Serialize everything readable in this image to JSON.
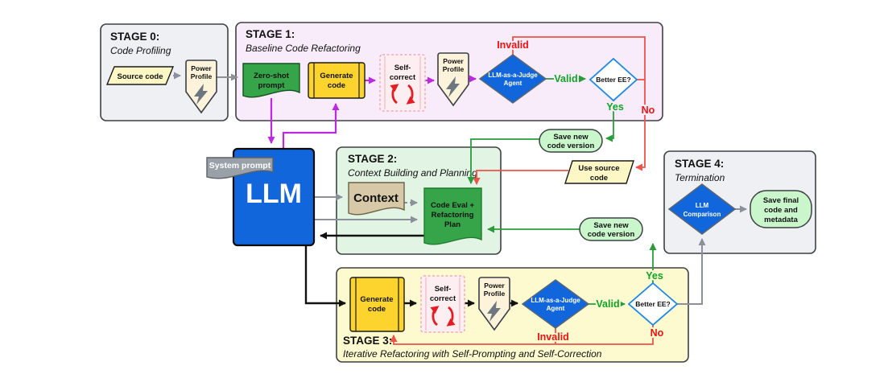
{
  "stages": [
    {
      "title": "STAGE 0:",
      "subtitle": "Code Profiling"
    },
    {
      "title": "STAGE 1:",
      "subtitle": "Baseline Code Refactoring"
    },
    {
      "title": "STAGE 2:",
      "subtitle": "Context Building and Planning"
    },
    {
      "title": "STAGE 3:",
      "subtitle": "Iterative Refactoring with Self-Prompting and Self-Correction"
    },
    {
      "title": "STAGE 4:",
      "subtitle": "Termination"
    }
  ],
  "nodes": {
    "source_code": {
      "label": "Source code"
    },
    "power_profile": {
      "line1": "Power",
      "line2": "Profile"
    },
    "zero_shot_prompt": {
      "line1": "Zero-shot",
      "line2": "prompt"
    },
    "generate_code": {
      "line1": "Generate",
      "line2": "code"
    },
    "self_correct": {
      "line1": "Self-",
      "line2": "correct"
    },
    "llm_judge": {
      "line1": "LLM-as-a-Judge",
      "line2": "Agent"
    },
    "better_ee": {
      "label": "Better EE?"
    },
    "save_new_code": {
      "line1": "Save new",
      "line2": "code version"
    },
    "use_source_code": {
      "line1": "Use source",
      "line2": "code"
    },
    "system_prompt": {
      "label": "System prompt"
    },
    "llm": {
      "label": "LLM"
    },
    "context": {
      "label": "Context"
    },
    "code_eval": {
      "line1": "Code Eval +",
      "line2": "Refactoring",
      "line3": "Plan"
    },
    "llm_comparison": {
      "line1": "LLM",
      "line2": "Comparison"
    },
    "save_final": {
      "line1": "Save final",
      "line2": "code and",
      "line3": "metadata"
    }
  },
  "edge_labels": {
    "valid": "Valid",
    "invalid": "Invalid",
    "yes": "Yes",
    "no": "No"
  },
  "colors": {
    "stage_gray": "#eef0f3",
    "stage_lavender": "#f8ecfa",
    "stage_green": "#e2f4e3",
    "stage_yellow": "#fdfacf",
    "llm_blue": "#1266dc",
    "node_green": "#36a549",
    "node_yellow": "#fdd42e",
    "node_pink": "#fdeef2",
    "node_cream": "#fcf3da",
    "node_tan": "#d7c9a7",
    "doc_gray": "#99a0a7",
    "pill_green": "#c9f6cb",
    "pale_yellow": "#fcf7c5",
    "arrow_purple": "#bc29e0",
    "arrow_gray": "#8b909a",
    "arrow_red": "#f0524a",
    "arrow_green": "#2b9c3e",
    "label_red": "#ed1111",
    "label_green": "#0fa325",
    "ee_border_blue": "#1e88e5",
    "bolt_gray": "#6e7680"
  }
}
